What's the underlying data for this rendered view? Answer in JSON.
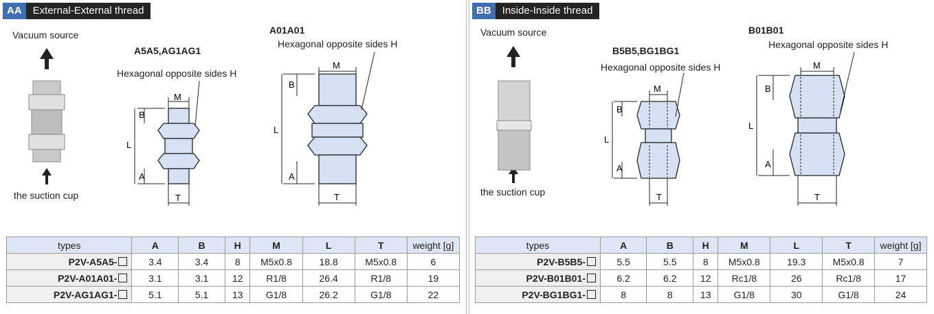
{
  "panels": [
    {
      "code": "AA",
      "title": "External-External thread",
      "vacuum_label": "Vacuum source",
      "cup_label": "the suction cup",
      "model1": "A5A5,AG1AG1",
      "model2": "A01A01",
      "hex_label": "Hexagonal opposite sides H",
      "dims": {
        "M": "M",
        "B": "B",
        "L": "L",
        "A": "A",
        "T": "T"
      },
      "headers": [
        "types",
        "A",
        "B",
        "H",
        "M",
        "L",
        "T",
        "weight [g]"
      ],
      "rows": [
        [
          "P2V-A5A5-",
          "3.4",
          "3.4",
          "8",
          "M5x0.8",
          "18.8",
          "M5x0.8",
          "6"
        ],
        [
          "P2V-A01A01-",
          "3.1",
          "3.1",
          "12",
          "R1/8",
          "26.4",
          "R1/8",
          "19"
        ],
        [
          "P2V-AG1AG1-",
          "5.1",
          "5.1",
          "13",
          "G1/8",
          "26.2",
          "G1/8",
          "22"
        ]
      ]
    },
    {
      "code": "BB",
      "title": "Inside-Inside thread",
      "vacuum_label": "Vacuum source",
      "cup_label": "the suction cup",
      "model1": "B5B5,BG1BG1",
      "model2": "B01B01",
      "hex_label": "Hexagonal opposite sides H",
      "dims": {
        "M": "M",
        "B": "B",
        "L": "L",
        "A": "A",
        "T": "T"
      },
      "headers": [
        "types",
        "A",
        "B",
        "H",
        "M",
        "L",
        "T",
        "weight [g]"
      ],
      "rows": [
        [
          "P2V-B5B5-",
          "5.5",
          "5.5",
          "8",
          "M5x0.8",
          "19.3",
          "M5x0.8",
          "7"
        ],
        [
          "P2V-B01B01-",
          "6.2",
          "6.2",
          "12",
          "Rc1/8",
          "26",
          "Rc1/8",
          "17"
        ],
        [
          "P2V-BG1BG1-",
          "8",
          "8",
          "13",
          "G1/8",
          "30",
          "G1/8",
          "24"
        ]
      ]
    }
  ],
  "colors": {
    "accent": "#3f6fb0",
    "fill": "#d6e2f3",
    "header_bg": "#232323"
  }
}
